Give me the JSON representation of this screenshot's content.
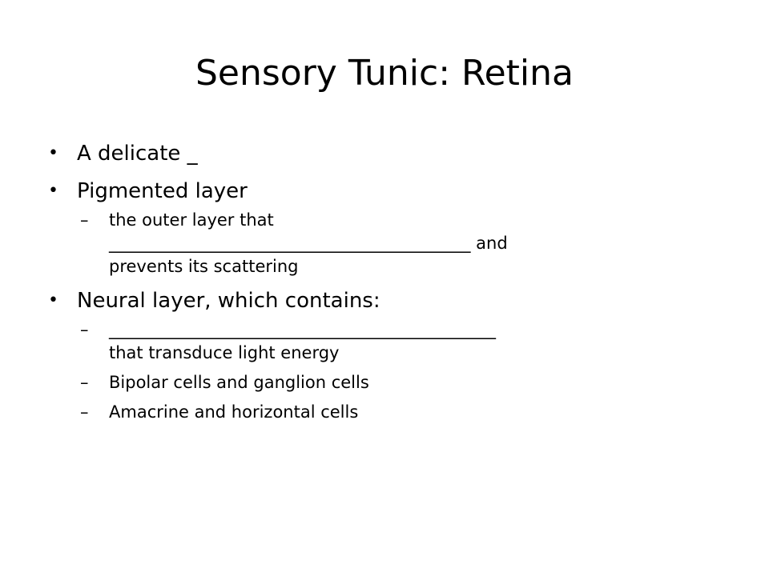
{
  "slide": {
    "title": "Sensory Tunic: Retina",
    "bullets": [
      {
        "text": "A delicate _",
        "subs": []
      },
      {
        "text": "Pigmented layer",
        "subs": [
          {
            "lines": [
              "the outer layer that",
              "___________________________________________ and",
              "prevents its scattering"
            ]
          }
        ]
      },
      {
        "text": "Neural layer, which contains:",
        "subs": [
          {
            "lines": [
              "______________________________________________",
              "that transduce light energy"
            ]
          },
          {
            "lines": [
              "Bipolar cells and ganglion cells"
            ]
          },
          {
            "lines": [
              "Amacrine and horizontal cells"
            ]
          }
        ]
      }
    ],
    "bullet_glyph": "•",
    "dash_glyph": "–"
  }
}
